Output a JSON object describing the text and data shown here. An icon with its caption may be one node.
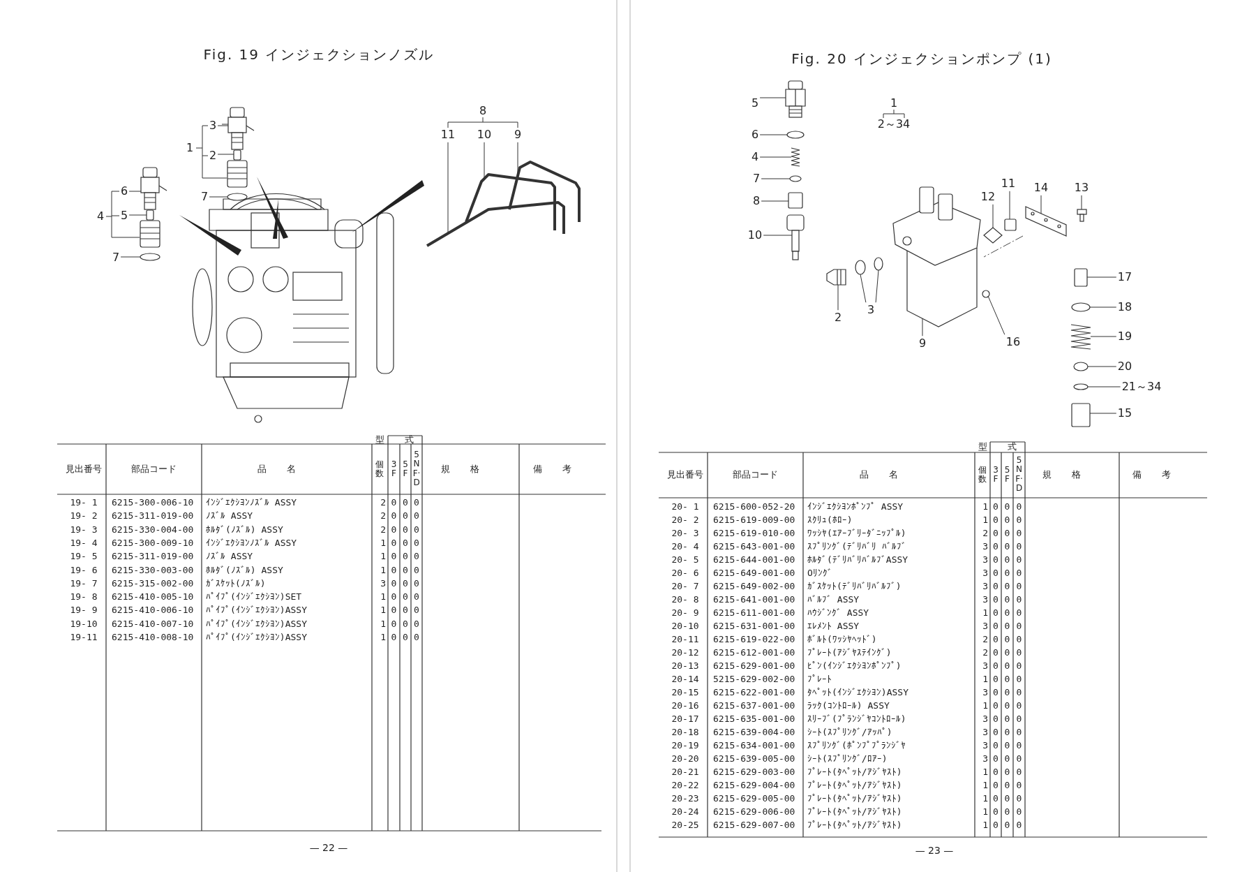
{
  "diagram": {
    "nodes": [
      {
        "text": [
          "3"
        ]
      },
      {
        "text": [
          "2"
        ]
      },
      {
        "text": [
          "7"
        ]
      },
      {
        "text": [
          "6"
        ]
      },
      {
        "text": [
          "5"
        ]
      },
      {
        "text": [
          "7"
        ]
      },
      {
        "text": [
          "11"
        ]
      },
      {
        "text": [
          "10"
        ]
      },
      {
        "text": [
          "9"
        ]
      },
      {
        "text": [
          "5"
        ]
      },
      {
        "text": [
          "6"
        ]
      },
      {
        "text": [
          "4"
        ]
      },
      {
        "text": [
          "7"
        ]
      },
      {
        "text": [
          "8"
        ]
      },
      {
        "text": [
          "10"
        ]
      },
      {
        "text": [
          "12"
        ]
      },
      {
        "text": [
          "11"
        ]
      },
      {
        "text": [
          "14"
        ]
      },
      {
        "text": [
          "13"
        ]
      },
      {
        "text": [
          "2"
        ]
      },
      {
        "text": [
          "3"
        ]
      },
      {
        "text": [
          "9"
        ]
      },
      {
        "text": [
          "16"
        ]
      },
      {
        "text": [
          "17"
        ]
      },
      {
        "text": [
          "18"
        ]
      },
      {
        "text": [
          "19"
        ]
      },
      {
        "text": [
          "20"
        ]
      },
      {
        "text": [
          "21～34"
        ]
      },
      {
        "text": [
          "15"
        ]
      },
      {
        "text": [],
        "shape": "picture"
      },
      {
        "text": [],
        "shape": "box"
      },
      {
        "text": [],
        "shape": "circle"
      },
      {
        "text": [],
        "shape": "picture"
      },
      {
        "text": [],
        "shape": "box"
      },
      {
        "text": [],
        "shape": "circle"
      },
      {
        "text": [],
        "shape": "picture"
      },
      {
        "text": [],
        "shape": "picture"
      },
      {
        "text": [],
        "shape": "picture"
      },
      {
        "text": [],
        "shape": "picture"
      },
      {
        "text": [],
        "shape": "circle"
      },
      {
        "text": [],
        "shape": "picture"
      },
      {
        "text": [],
        "shape": "circle"
      },
      {
        "text": [],
        "shape": "box"
      },
      {
        "text": [],
        "shape": "picture"
      },
      {
        "text": [],
        "shape": "diamond"
      },
      {
        "text": [],
        "shape": "box"
      },
      {
        "text": [],
        "shape": "picture"
      },
      {
        "text": [],
        "shape": "picture"
      },
      {
        "text": [],
        "shape": "picture"
      },
      {
        "text": [],
        "shape": "circle"
      },
      {
        "text": [],
        "shape": "circle"
      },
      {
        "text": [],
        "shape": "picture"
      },
      {
        "text": [],
        "shape": "circle"
      },
      {
        "text": [],
        "shape": "box"
      },
      {
        "text": [],
        "shape": "circle"
      },
      {
        "text": [],
        "shape": "picture"
      },
      {
        "text": [],
        "shape": "circle"
      },
      {
        "text": [],
        "shape": "circle"
      },
      {
        "text": [],
        "shape": "box"
      }
    ],
    "edges": [
      {
        "from": 0,
        "to": 29,
        "arrow": "none"
      },
      {
        "from": 1,
        "to": 30,
        "arrow": "none"
      },
      {
        "from": 2,
        "to": 31,
        "arrow": "none"
      },
      {
        "from": 3,
        "to": 32,
        "arrow": "none"
      },
      {
        "from": 4,
        "to": 33,
        "arrow": "none"
      },
      {
        "from": 5,
        "to": 34,
        "arrow": "none"
      },
      {
        "from": 6,
        "to": 35,
        "arrow": "none"
      },
      {
        "from": 7,
        "to": 36,
        "arrow": "none"
      },
      {
        "from": 8,
        "to": 37,
        "arrow": "none"
      },
      {
        "from": 9,
        "to": 38,
        "arrow": "none"
      },
      {
        "from": 10,
        "to": 39,
        "arrow": "none"
      },
      {
        "from": 11,
        "to": 40,
        "arrow": "none"
      },
      {
        "from": 12,
        "to": 41,
        "arrow": "none"
      },
      {
        "from": 13,
        "to": 42,
        "arrow": "none"
      },
      {
        "from": 14,
        "to": 43,
        "arrow": "none"
      },
      {
        "from": 15,
        "to": 44,
        "arrow": "none"
      },
      {
        "from": 16,
        "to": 45,
        "arrow": "none"
      },
      {
        "from": 17,
        "to": 46,
        "arrow": "none"
      },
      {
        "from": 18,
        "to": 47,
        "arrow": "none"
      },
      {
        "from": 19,
        "to": 48,
        "arrow": "none"
      },
      {
        "from": 20,
        "to": 49,
        "arrow": "none"
      },
      {
        "from": 20,
        "to": 50,
        "arrow": "none"
      },
      {
        "from": 21,
        "to": 51,
        "arrow": "none"
      },
      {
        "from": 22,
        "to": 52,
        "arrow": "none"
      },
      {
        "from": 23,
        "to": 53,
        "arrow": "none"
      },
      {
        "from": 24,
        "to": 54,
        "arrow": "none"
      },
      {
        "from": 25,
        "to": 55,
        "arrow": "none"
      },
      {
        "from": 26,
        "to": 56,
        "arrow": "none"
      },
      {
        "from": 27,
        "to": 57,
        "arrow": "none"
      },
      {
        "from": 28,
        "to": 58,
        "arrow": "none"
      }
    ],
    "labels": [
      "Fig. 19 インジェクションノズル",
      "1",
      "4",
      "8",
      "見出番号",
      "部品コード",
      "品名",
      "個数",
      "型式",
      "3F",
      "5F",
      "5NF·D",
      "規格",
      "備考",
      "19- 1",
      "6215-300-006-10",
      "ｲﾝｼﾞｴｸｼﾖﾝﾉｽﾞﾙ ASSY",
      "2",
      "0",
      "0",
      "0",
      "19- 2",
      "6215-311-019-00",
      "ﾉｽﾞﾙ ASSY",
      "2",
      "0",
      "0",
      "0",
      "19- 3",
      "6215-330-004-00",
      "ﾎﾙﾀﾞ(ﾉｽﾞﾙ) ASSY",
      "2",
      "0",
      "0",
      "0",
      "19- 4",
      "6215-300-009-10",
      "ｲﾝｼﾞｴｸｼﾖﾝﾉｽﾞﾙ ASSY",
      "1",
      "0",
      "0",
      "0",
      "19- 5",
      "6215-311-019-00",
      "ﾉｽﾞﾙ ASSY",
      "1",
      "0",
      "0",
      "0",
      "19- 6",
      "6215-330-003-00",
      "ﾎﾙﾀﾞ(ﾉｽﾞﾙ) ASSY",
      "1",
      "0",
      "0",
      "0",
      "19- 7",
      "6215-315-002-00",
      "ｶﾞｽｹｯﾄ(ﾉｽﾞﾙ)",
      "3",
      "0",
      "0",
      "0",
      "19- 8",
      "6215-410-005-10",
      "ﾊﾟｲﾌﾟ(ｲﾝｼﾞｴｸｼﾖﾝ)SET",
      "1",
      "0",
      "0",
      "0",
      "19- 9",
      "6215-410-006-10",
      "ﾊﾟｲﾌﾟ(ｲﾝｼﾞｴｸｼﾖﾝ)ASSY",
      "1",
      "0",
      "0",
      "0",
      "19-10",
      "6215-410-007-10",
      "ﾊﾟｲﾌﾟ(ｲﾝｼﾞｴｸｼﾖﾝ)ASSY",
      "1",
      "0",
      "0",
      "0",
      "19-11",
      "6215-410-008-10",
      "ﾊﾟｲﾌﾟ(ｲﾝｼﾞｴｸｼﾖﾝ)ASSY",
      "1",
      "0",
      "0",
      "0",
      "— 22 —",
      "Fig. 20 インジェクションポンプ (1)",
      "1",
      "2～34",
      "見出番号",
      "部品コード",
      "品名",
      "個数",
      "型式",
      "3F",
      "5F",
      "5NF·D",
      "規格",
      "備考",
      "20- 1",
      "6215-600-052-20",
      "ｲﾝｼﾞｴｸｼﾖﾝﾎﾟﾝﾌﾟ ASSY",
      "1",
      "0",
      "0",
      "0",
      "20- 2",
      "6215-619-009-00",
      "ｽｸﾘｭ(ﾎﾛｰ)",
      "1",
      "0",
      "0",
      "0",
      "20- 3",
      "6215-619-010-00",
      "ﾜｯｼﾔ(ｴｱｰﾌﾞﾘｰﾀﾞﾆｯﾌﾟﾙ)",
      "2",
      "0",
      "0",
      "0",
      "20- 4",
      "6215-643-001-00",
      "ｽﾌﾟﾘﾝｸﾞ(ﾃﾞﾘﾊﾞﾘ ﾊﾞﾙﾌﾞ",
      "3",
      "0",
      "0",
      "0",
      "20- 5",
      "6215-644-001-00",
      "ﾎﾙﾀﾞ(ﾃﾞﾘﾊﾞﾘﾊﾞﾙﾌﾞASSY",
      "3",
      "0",
      "0",
      "0",
      "20- 6",
      "6215-649-001-00",
      "Oﾘﾝｸﾞ",
      "3",
      "0",
      "0",
      "0",
      "20- 7",
      "6215-649-002-00",
      "ｶﾞｽｹｯﾄ(ﾃﾞﾘﾊﾞﾘﾊﾞﾙﾌﾞ)",
      "3",
      "0",
      "0",
      "0",
      "20- 8",
      "6215-641-001-00",
      "ﾊﾞﾙﾌﾞ ASSY",
      "3",
      "0",
      "0",
      "0",
      "20- 9",
      "6215-611-001-00",
      "ﾊｳｼﾞﾝｸﾞ ASSY",
      "1",
      "0",
      "0",
      "0",
      "20-10",
      "6215-631-001-00",
      "ｴﾚﾒﾝﾄ ASSY",
      "3",
      "0",
      "0",
      "0",
      "20-11",
      "6215-619-022-00",
      "ﾎﾞﾙﾄ(ﾜｯｼﾔﾍｯﾄﾞ)",
      "2",
      "0",
      "0",
      "0",
      "20-12",
      "6215-612-001-00",
      "ﾌﾟﾚｰﾄ(ｱｼﾞﾔｽﾃｲﾝｸﾞ)",
      "2",
      "0",
      "0",
      "0",
      "20-13",
      "6215-629-001-00",
      "ﾋﾟﾝ(ｲﾝｼﾞｴｸｼﾖﾝﾎﾟﾝﾌﾟ)",
      "3",
      "0",
      "0",
      "0",
      "20-14",
      "5215-629-002-00",
      "ﾌﾟﾚｰﾄ",
      "1",
      "0",
      "0",
      "0",
      "20-15",
      "6215-622-001-00",
      "ﾀﾍﾟｯﾄ(ｲﾝｼﾞｴｸｼﾖﾝ)ASSY",
      "3",
      "0",
      "0",
      "0",
      "20-16",
      "6215-637-001-00",
      "ﾗｯｸ(ｺﾝﾄﾛｰﾙ) ASSY",
      "1",
      "0",
      "0",
      "0",
      "20-17",
      "6215-635-001-00",
      "ｽﾘｰﾌﾞ(ﾌﾟﾗﾝｼﾞﾔｺﾝﾄﾛｰﾙ)",
      "3",
      "0",
      "0",
      "0",
      "20-18",
      "6215-639-004-00",
      "ｼｰﾄ(ｽﾌﾟﾘﾝｸﾞ/ｱｯﾊﾟ)",
      "3",
      "0",
      "0",
      "0",
      "20-19",
      "6215-634-001-00",
      "ｽﾌﾟﾘﾝｸﾞ(ﾎﾟﾝﾌﾟﾌﾟﾗﾝｼﾞﾔ",
      "3",
      "0",
      "0",
      "0",
      "20-20",
      "6215-639-005-00",
      "ｼｰﾄ(ｽﾌﾟﾘﾝｸﾞ/ﾛｱｰ)",
      "3",
      "0",
      "0",
      "0",
      "20-21",
      "6215-629-003-00",
      "ﾌﾟﾚｰﾄ(ﾀﾍﾟｯﾄ/ｱｼﾞﾔｽﾄ)",
      "1",
      "0",
      "0",
      "0",
      "20-22",
      "6215-629-004-00",
      "ﾌﾟﾚｰﾄ(ﾀﾍﾟｯﾄ/ｱｼﾞﾔｽﾄ)",
      "1",
      "0",
      "0",
      "0",
      "20-23",
      "6215-629-005-00",
      "ﾌﾟﾚｰﾄ(ﾀﾍﾟｯﾄ/ｱｼﾞﾔｽﾄ)",
      "1",
      "0",
      "0",
      "0",
      "20-24",
      "6215-629-006-00",
      "ﾌﾟﾚｰﾄ(ﾀﾍﾟｯﾄ/ｱｼﾞﾔｽﾄ)",
      "1",
      "0",
      "0",
      "0",
      "20-25",
      "6215-629-007-00",
      "ﾌﾟﾚｰﾄ(ﾀﾍﾟｯﾄ/ｱｼﾞﾔｽﾄ)",
      "1",
      "0",
      "0",
      "0",
      "— 23 —"
    ]
  }
}
